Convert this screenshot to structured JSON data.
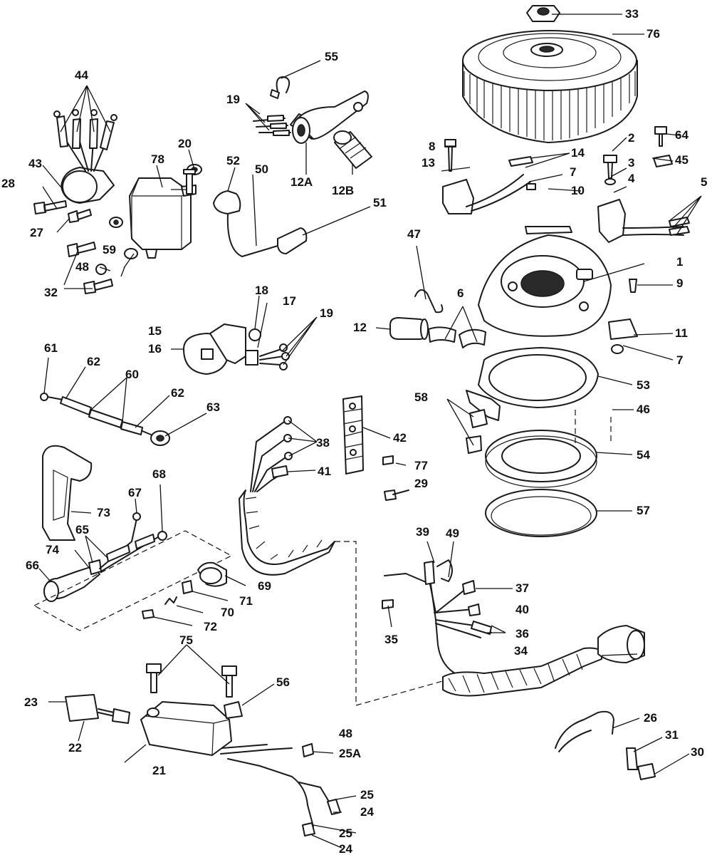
{
  "labels": {
    "l1": "1",
    "l2": "2",
    "l3": "3",
    "l4": "4",
    "l5": "5",
    "l6": "6",
    "l7a": "7",
    "l7b": "7",
    "l8": "8",
    "l9": "9",
    "l10": "10",
    "l11": "11",
    "l12": "12",
    "l12a": "12A",
    "l12b": "12B",
    "l13": "13",
    "l14": "14",
    "l15": "15",
    "l16": "16",
    "l17": "17",
    "l18": "18",
    "l19a": "19",
    "l19b": "19",
    "l20": "20",
    "l21": "21",
    "l22": "22",
    "l23": "23",
    "l24a": "24",
    "l24b": "24",
    "l25a": "25",
    "l25b": "25",
    "l25c": "25A",
    "l26": "26",
    "l27": "27",
    "l28": "28",
    "l29": "29",
    "l30": "30",
    "l31": "31",
    "l32": "32",
    "l33": "33",
    "l34": "34",
    "l35": "35",
    "l36": "36",
    "l37": "37",
    "l38": "38",
    "l39": "39",
    "l40": "40",
    "l41": "41",
    "l42": "42",
    "l43": "43",
    "l44": "44",
    "l45": "45",
    "l46": "46",
    "l47": "47",
    "l48a": "48",
    "l48b": "48",
    "l49": "49",
    "l50": "50",
    "l51": "51",
    "l52": "52",
    "l53": "53",
    "l54": "54",
    "l55": "55",
    "l56": "56",
    "l57": "57",
    "l58": "58",
    "l59": "59",
    "l60": "60",
    "l61": "61",
    "l62a": "62",
    "l62b": "62",
    "l63": "63",
    "l64": "64",
    "l65": "65",
    "l66": "66",
    "l67": "67",
    "l68": "68",
    "l69": "69",
    "l70": "70",
    "l71": "71",
    "l72": "72",
    "l73": "73",
    "l74": "74",
    "l75": "75",
    "l76": "76",
    "l77": "77",
    "l78": "78"
  }
}
